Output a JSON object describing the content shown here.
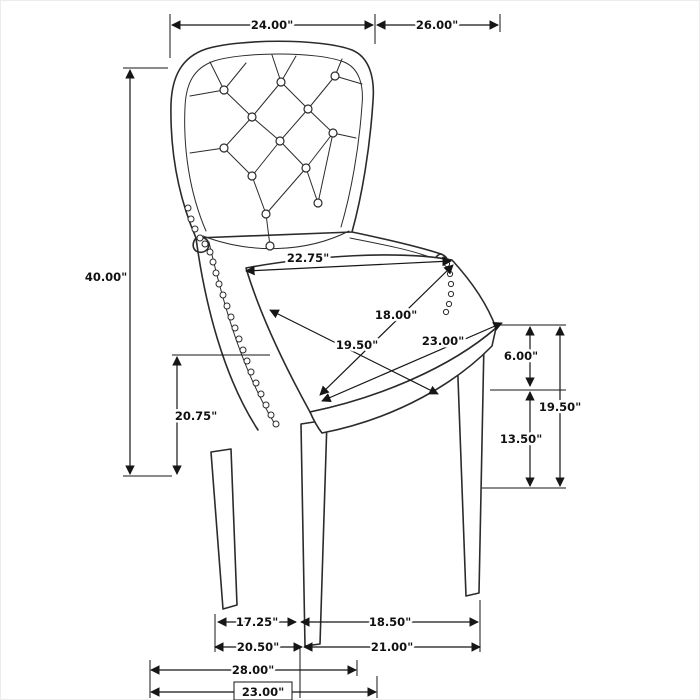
{
  "colors": {
    "ink": "#161616",
    "background": "#ffffff"
  },
  "dims": {
    "top_back_width": "24.00\"",
    "top_depth": "26.00\"",
    "overall_height": "40.00\"",
    "seat_back_width": "22.75\"",
    "seat_depth": "18.00\"",
    "seat_diagonal": "19.50\"",
    "seat_front_width": "23.00\"",
    "right_upper": "6.00\"",
    "right_lower": "13.50\"",
    "right_total": "19.50\"",
    "left_seat_height": "20.75\"",
    "bottom_inner_width": "17.25\"",
    "bottom_inner_depth": "18.50\"",
    "bottom_outer_width": "20.50\"",
    "bottom_outer_depth": "21.00\"",
    "bottom_overall_depth": "28.00\"",
    "bottom_overall_width": "23.00\""
  }
}
